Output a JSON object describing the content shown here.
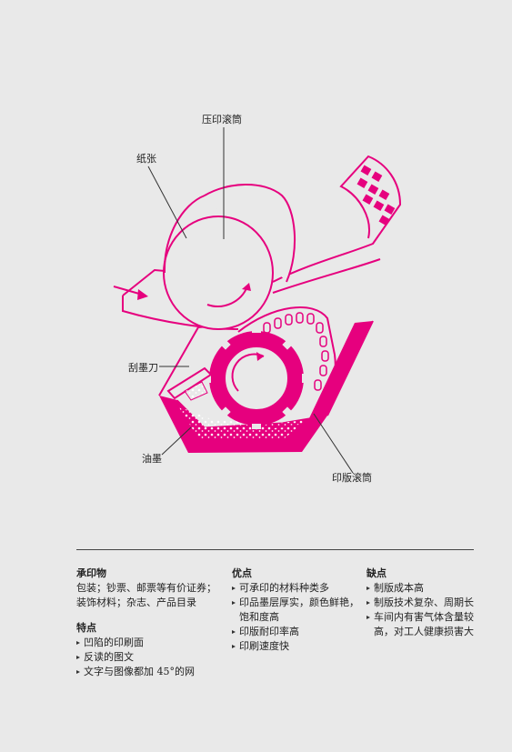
{
  "diagram": {
    "labels": {
      "impression_cylinder": "压印滚筒",
      "paper": "纸张",
      "doctor_blade": "刮墨刀",
      "ink": "油墨",
      "plate_cylinder": "印版滚筒"
    },
    "colors": {
      "accent": "#e6007e",
      "line": "#333333",
      "background": "#e9e9e9"
    }
  },
  "info": {
    "substrates": {
      "title": "承印物",
      "text": [
        "包装；钞票、邮票等有价证券；",
        "装饰材料；杂志、产品目录"
      ]
    },
    "features": {
      "title": "特点",
      "items": [
        "凹陷的印刷面",
        "反读的图文",
        "文字与图像都加 45°的网"
      ]
    },
    "pros": {
      "title": "优点",
      "items": [
        "可承印的材料种类多",
        "印品墨层厚实，颜色鲜艳，",
        "印版耐印率高",
        "印刷速度快"
      ],
      "item2_cont": "饱和度高"
    },
    "cons": {
      "title": "缺点",
      "items": [
        "制版成本高",
        "制版技术复杂、周期长",
        "车间内有害气体含量较"
      ],
      "item3_cont": "高，对工人健康损害大"
    }
  }
}
